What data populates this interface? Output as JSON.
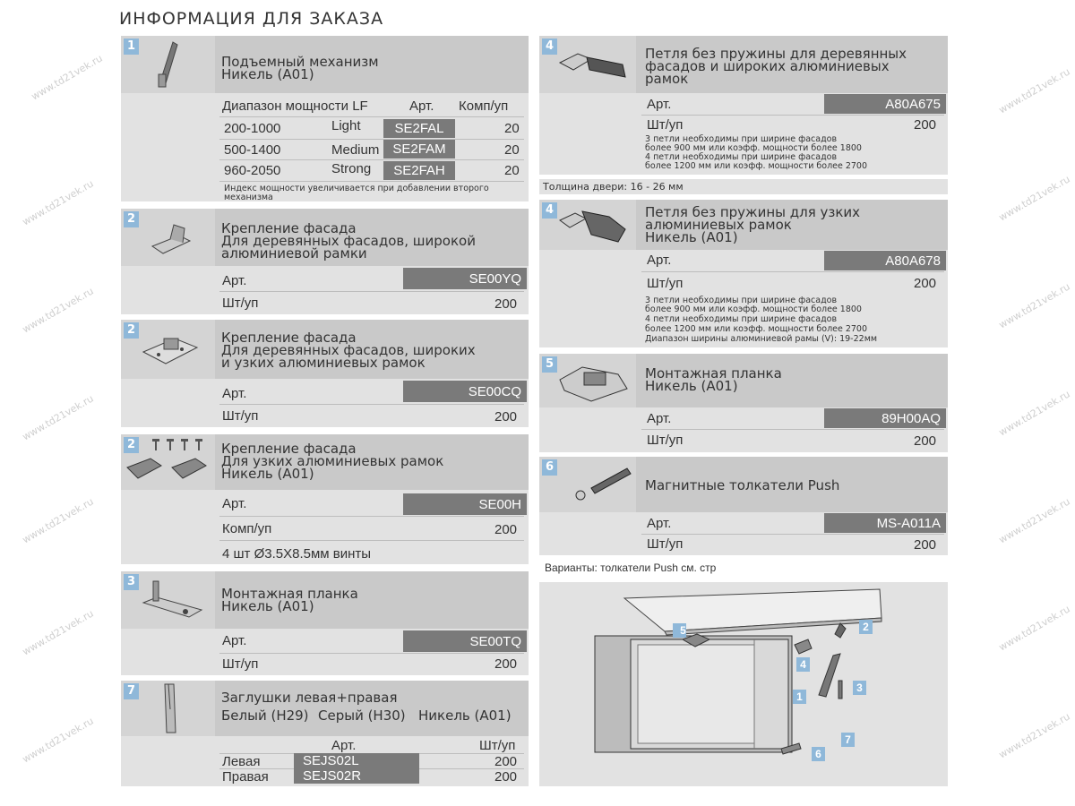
{
  "page_title": "ИНФОРМАЦИЯ ДЛЯ ЗАКАЗА",
  "watermark": "www.td21vek.ru",
  "labels": {
    "art": "Арт.",
    "pcs": "Шт/уп",
    "sets": "Комп/уп"
  },
  "item1": {
    "num": "1",
    "title1": "Подъемный механизм",
    "title2": "Никель (А01)",
    "hdr_range": "Диапазон мощности LF",
    "hdr_art": "Арт.",
    "hdr_sets": "Комп/уп",
    "rows": [
      {
        "range": "200-1000",
        "level": "Light",
        "art": "SE2FAL",
        "qty": "20"
      },
      {
        "range": "500-1400",
        "level": "Medium",
        "art": "SE2FAM",
        "qty": "20"
      },
      {
        "range": "960-2050",
        "level": "Strong",
        "art": "SE2FAH",
        "qty": "20"
      }
    ],
    "note1": "Индекс мощности увеличивается при добавлении второго",
    "note2": "механизма"
  },
  "item2a": {
    "num": "2",
    "title1": "Крепление фасада",
    "title2": "Для деревянных фасадов, широкой",
    "title3": "алюминиевой рамки",
    "art": "SE00YQ",
    "qty": "200"
  },
  "item2b": {
    "num": "2",
    "title1": "Крепление фасада",
    "title2": "Для деревянных фасадов, широких",
    "title3": "и узких алюминиевых рамок",
    "art": "SE00CQ",
    "qty": "200"
  },
  "item2c": {
    "num": "2",
    "title1": "Крепление фасада",
    "title2": "Для узких алюминиевых рамок",
    "title3": "Никель (А01)",
    "art": "SE00H",
    "qty": "200",
    "screws": "4 шт Ø3.5X8.5мм винты"
  },
  "item3": {
    "num": "3",
    "title1": "Монтажная планка",
    "title2": "Никель (А01)",
    "art": "SE00TQ",
    "qty": "200"
  },
  "item7": {
    "num": "7",
    "title1": "Заглушки левая+правая",
    "color1": "Белый (H29)",
    "color2": "Серый (H30)",
    "color3": "Никель (А01)",
    "hdr_art": "Арт.",
    "hdr_pcs": "Шт/уп",
    "left_label": "Левая",
    "left_art": "SEJS02L",
    "left_qty": "200",
    "right_label": "Правая",
    "right_art": "SEJS02R",
    "right_qty": "200"
  },
  "item4a": {
    "num": "4",
    "title1": "Петля без пружины для деревянных",
    "title2": "фасадов и широких алюминиевых",
    "title3": "рамок",
    "art": "A80A675",
    "qty": "200",
    "notes": [
      "3 петли необходимы при ширине фасадов",
      "более 900 мм или коэфф. мощности более 1800",
      "4 петли необходимы при ширине фасадов",
      "более 1200 мм или коэфф. мощности более 2700"
    ]
  },
  "door_thickness": "Толщина двери: 16 - 26 мм",
  "item4b": {
    "num": "4",
    "title1": "Петля без пружины для узких",
    "title2": "алюминиевых рамок",
    "title3": "Никель (А01)",
    "art": "A80A678",
    "qty": "200",
    "notes": [
      "3 петли необходимы при ширине фасадов",
      "более 900 мм или коэфф. мощности более 1800",
      "4 петли необходимы при ширине фасадов",
      "более 1200 мм или коэфф. мощности более 2700",
      "Диапазон ширины алюминиевой рамы (V): 19-22мм"
    ]
  },
  "item5": {
    "num": "5",
    "title1": "Монтажная планка",
    "title2": "Никель (А01)",
    "art": "89H00AQ",
    "qty": "200"
  },
  "item6": {
    "num": "6",
    "title1": "Магнитные толкатели Push",
    "art": "MS-A011A",
    "qty": "200"
  },
  "variants": "Варианты: толкатели Push см. стр",
  "diagram_labels": [
    "5",
    "2",
    "4",
    "1",
    "3",
    "7",
    "6"
  ]
}
